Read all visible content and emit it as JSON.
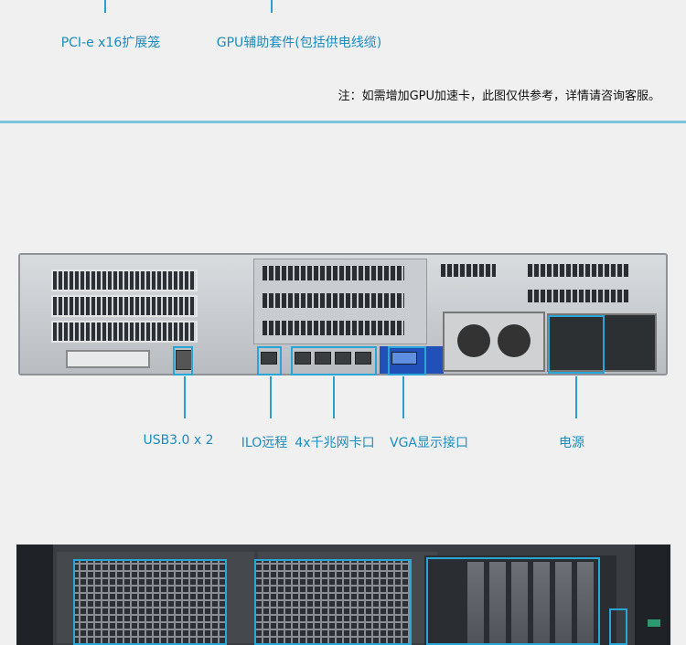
{
  "top_section": {
    "labels": [
      "PCI-e x16扩展笼",
      "GPU辅助套件(包括供电线缆)"
    ],
    "note": "注：如需增加GPU加速卡，此图仅供参考，详情请咨询客服。"
  },
  "rear_panel": {
    "labels": [
      "USB3.0 x 2",
      "ILO远程",
      "4x千兆网卡口",
      "VGA显示接口",
      "电源"
    ]
  },
  "colors": {
    "accent": "#1c8cc0",
    "divider": "#7cc3dc",
    "background": "#f0f0f0"
  }
}
